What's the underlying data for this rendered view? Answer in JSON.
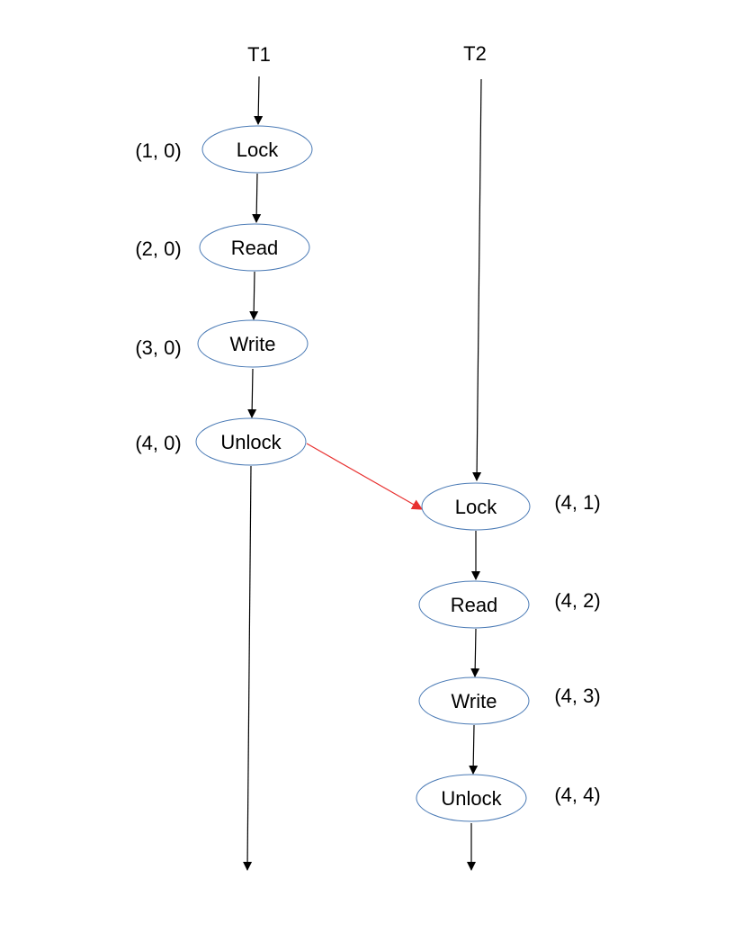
{
  "threads": [
    {
      "label": "T1",
      "events": [
        {
          "label": "Lock",
          "clock": "(1, 0)"
        },
        {
          "label": "Read",
          "clock": "(2, 0)"
        },
        {
          "label": "Write",
          "clock": "(3, 0)"
        },
        {
          "label": "Unlock",
          "clock": "(4, 0)"
        }
      ]
    },
    {
      "label": "T2",
      "events": [
        {
          "label": "Lock",
          "clock": "(4, 1)"
        },
        {
          "label": "Read",
          "clock": "(4, 2)"
        },
        {
          "label": "Write",
          "clock": "(4, 3)"
        },
        {
          "label": "Unlock",
          "clock": "(4, 4)"
        }
      ]
    }
  ],
  "colors": {
    "node_stroke": "#4a7ab5",
    "edge": "#000000",
    "sync_edge": "#e8302f"
  }
}
